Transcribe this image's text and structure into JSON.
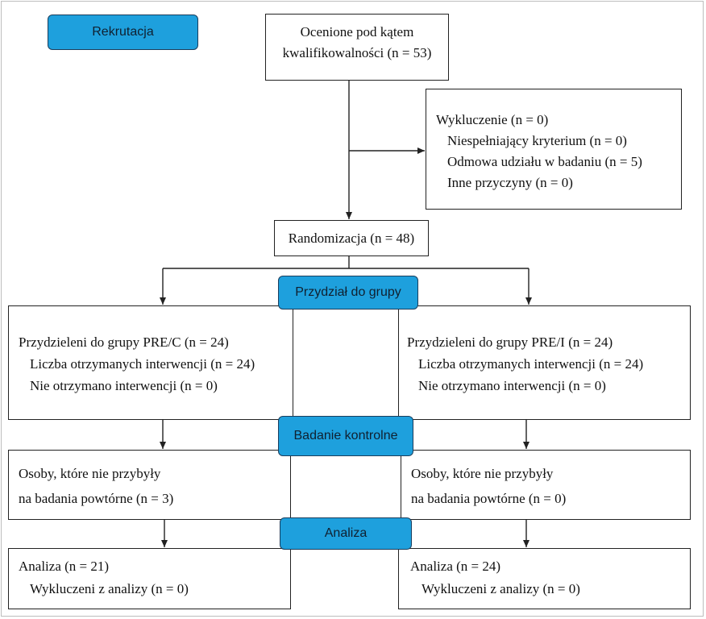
{
  "labels": {
    "recruitment": "Rekrutacja",
    "allocation": "Przydział do grupy",
    "follow_up": "Badanie kontrolne",
    "analysis": "Analiza"
  },
  "enrollment": {
    "line1": "Ocenione pod kątem",
    "line2": "kwalifikowalności (n = 53)"
  },
  "excluded": {
    "title": "Wykluczenie (n = 0)",
    "items": [
      "Niespełniający kryterium (n = 0)",
      "Odmowa udziału w badaniu (n = 5)",
      "Inne przyczyny (n = 0)"
    ]
  },
  "randomization": "Randomizacja (n = 48)",
  "left": {
    "allocation_title": "Przydzieleni do grupy PRE/C (n = 24)",
    "received": "Liczba otrzymanych interwencji (n = 24)",
    "not_received": "Nie otrzymano interwencji (n = 0)",
    "lost_line1": "Osoby, które nie przybyły",
    "lost_line2": "na badania powtórne (n = 3)",
    "analysed": "Analiza (n = 21)",
    "excluded_analysis": "Wykluczeni z analizy (n = 0)"
  },
  "right": {
    "allocation_title": "Przydzieleni do grupy PRE/I (n = 24)",
    "received": "Liczba otrzymanych interwencji (n = 24)",
    "not_received": "Nie otrzymano interwencji (n = 0)",
    "lost_line1": "Osoby, które nie przybyły",
    "lost_line2": "na badania powtórne (n = 0)",
    "analysed": "Analiza (n = 24)",
    "excluded_analysis": "Wykluczeni z analizy (n = 0)"
  },
  "colors": {
    "stage_label_fill": "#1ea0dd",
    "stage_label_border": "#1a3d5c",
    "line": "#222222"
  }
}
